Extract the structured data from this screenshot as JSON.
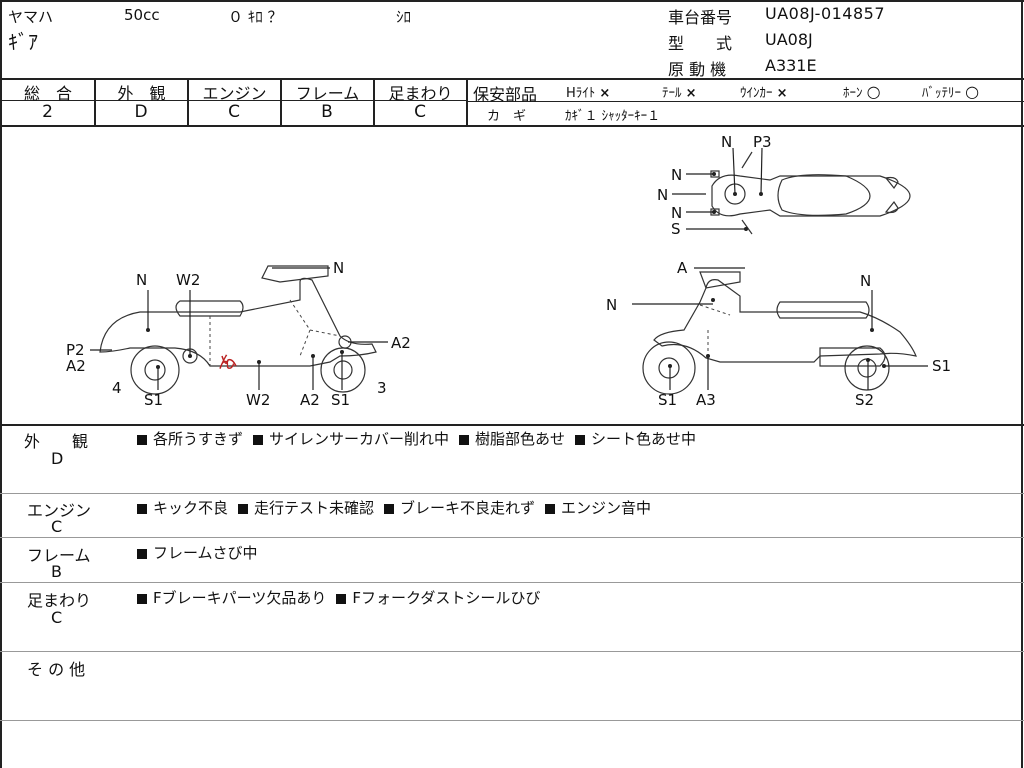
{
  "header": {
    "maker": "ヤマハ",
    "displacement": "50cc",
    "mileage": "０ ｷﾛ ？",
    "color": "ｼﾛ",
    "model_name": "ｷﾞｱ",
    "frame_no_label": "車台番号",
    "frame_no": "UA08J-014857",
    "model_type_label": "型　　式",
    "model_type": "UA08J",
    "engine_label": "原 動 機",
    "engine": "A331E"
  },
  "grades": {
    "overall": {
      "label": "総　合",
      "value": "2"
    },
    "exterior": {
      "label": "外　観",
      "value": "D"
    },
    "engine": {
      "label": "エンジン",
      "value": "C"
    },
    "frame": {
      "label": "フレーム",
      "value": "B"
    },
    "suspension": {
      "label": "足まわり",
      "value": "C"
    }
  },
  "safety": {
    "label": "保安部品",
    "items": [
      {
        "name": "Hﾗｲﾄ",
        "mark": "×"
      },
      {
        "name": "ﾃｰﾙ",
        "mark": "×"
      },
      {
        "name": "ｳｲﾝｶｰ",
        "mark": "×"
      },
      {
        "name": "ﾎｰﾝ",
        "mark": "○"
      },
      {
        "name": "ﾊﾞｯﾃﾘｰ",
        "mark": "○"
      }
    ],
    "key_label": "カ　ギ",
    "key_value": "ｶｷﾞ１ ｼｬｯﾀｰｷｰ１"
  },
  "diagram": {
    "left": {
      "n_top": "N",
      "w2_top": "W2",
      "n_handle": "N",
      "p2": "P2",
      "a2_left": "A2",
      "a2_right": "A2",
      "num4": "4",
      "num3": "3",
      "s1_left": "S1",
      "w2_bottom": "W2",
      "a2_bottom": "A2",
      "s1_bottom": "S1",
      "handwritten": "ん"
    },
    "top_view": {
      "n1": "N",
      "p3": "P3",
      "n2": "N",
      "n3": "N",
      "n4": "N",
      "s": "S"
    },
    "right": {
      "a_top": "A",
      "n_top": "N",
      "n_left": "N",
      "s1_right": "S1",
      "s1_bottom": "S1",
      "a3": "A3",
      "s2": "S2"
    }
  },
  "remarks": [
    {
      "label": "外　　観",
      "grade": "D",
      "items": [
        "各所うすきず",
        "サイレンサーカバー削れ中",
        "樹脂部色あせ",
        "シート色あせ中"
      ]
    },
    {
      "label": "エンジン",
      "grade": "C",
      "items": [
        "キック不良",
        "走行テスト未確認",
        "ブレーキ不良走れず",
        "エンジン音中"
      ]
    },
    {
      "label": "フレーム",
      "grade": "B",
      "items": [
        "フレームさび中"
      ]
    },
    {
      "label": "足まわり",
      "grade": "C",
      "items": [
        "Fブレーキパーツ欠品あり",
        "Fフォークダストシールひび"
      ]
    },
    {
      "label": "そ の 他",
      "grade": "",
      "items": []
    }
  ]
}
